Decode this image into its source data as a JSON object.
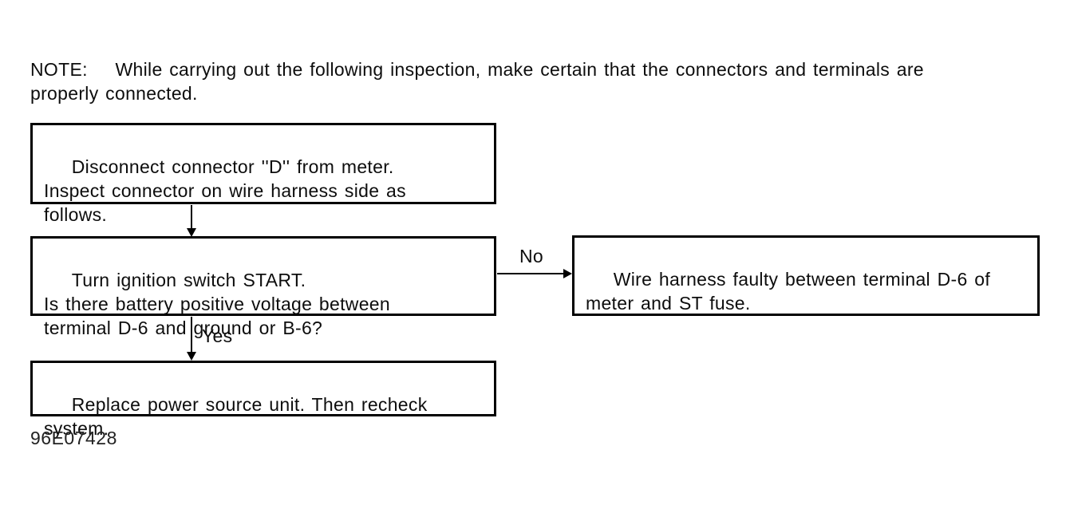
{
  "note": {
    "text": "NOTE:    While carrying out the following inspection, make certain that the connectors and terminals are\nproperly connected."
  },
  "flowchart": {
    "boxes": [
      {
        "id": "step-1",
        "text": "Disconnect connector ''D'' from meter.\nInspect connector on wire harness side as\nfollows."
      },
      {
        "id": "step-2",
        "text": "Turn ignition switch START.\nIs there battery positive voltage between\nterminal D-6 and ground or B-6?"
      },
      {
        "id": "result-no",
        "text": "Wire harness faulty between terminal D-6 of\nmeter and ST fuse."
      },
      {
        "id": "result-yes",
        "text": "Replace power source unit. Then recheck\nsystem."
      }
    ],
    "labels": {
      "no": "No",
      "yes": "Yes"
    }
  },
  "figure_code": "96E07428",
  "colors": {
    "ink": "#000000",
    "background": "#ffffff"
  }
}
